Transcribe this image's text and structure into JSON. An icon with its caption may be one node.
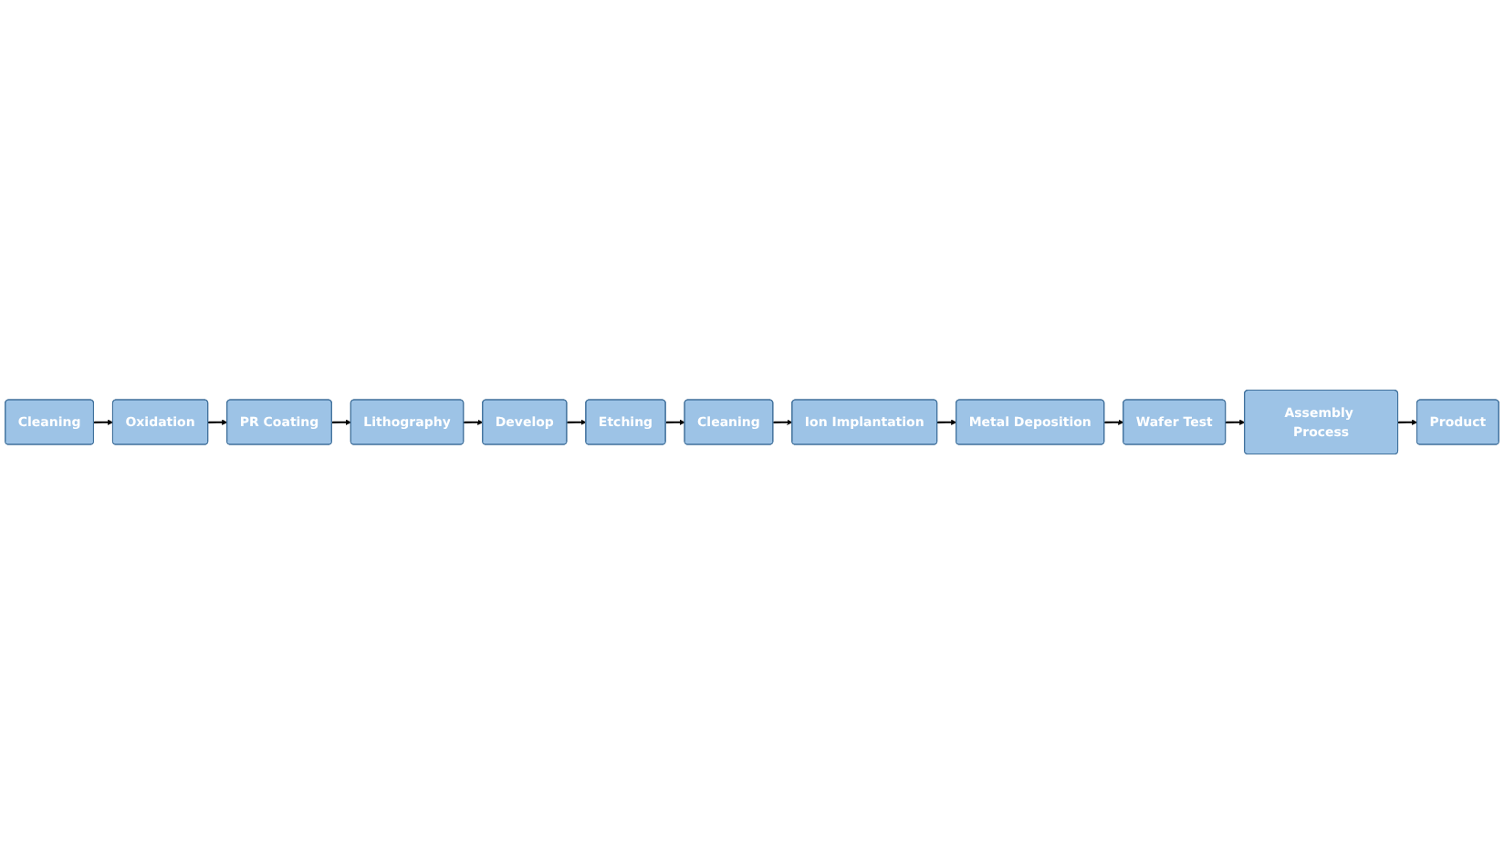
{
  "diagram": {
    "nodes": [
      {
        "text": [
          "Cleaning"
        ]
      },
      {
        "text": [
          "Oxidation"
        ]
      },
      {
        "text": [
          "PR Coating"
        ]
      },
      {
        "text": [
          "Lithography"
        ]
      },
      {
        "text": [
          "Develop"
        ]
      },
      {
        "text": [
          "Etching"
        ]
      },
      {
        "text": [
          "Cleaning"
        ]
      },
      {
        "text": [
          "Ion Implantation"
        ]
      },
      {
        "text": [
          "Metal Deposition"
        ]
      },
      {
        "text": [
          "Wafer Test"
        ]
      },
      {
        "text": [
          "Assembly Process"
        ]
      },
      {
        "text": [
          "Product"
        ]
      }
    ],
    "edges": [
      {
        "from": 0,
        "to": 1,
        "arrow": "to"
      },
      {
        "from": 1,
        "to": 2,
        "arrow": "to"
      },
      {
        "from": 2,
        "to": 3,
        "arrow": "to"
      },
      {
        "from": 3,
        "to": 4,
        "arrow": "to"
      },
      {
        "from": 4,
        "to": 5,
        "arrow": "to"
      },
      {
        "from": 5,
        "to": 6,
        "arrow": "to"
      },
      {
        "from": 6,
        "to": 7,
        "arrow": "to"
      },
      {
        "from": 7,
        "to": 8,
        "arrow": "to"
      },
      {
        "from": 8,
        "to": 9,
        "arrow": "to"
      },
      {
        "from": 9,
        "to": 10,
        "arrow": "to"
      },
      {
        "from": 10,
        "to": 11,
        "arrow": "to"
      }
    ]
  }
}
